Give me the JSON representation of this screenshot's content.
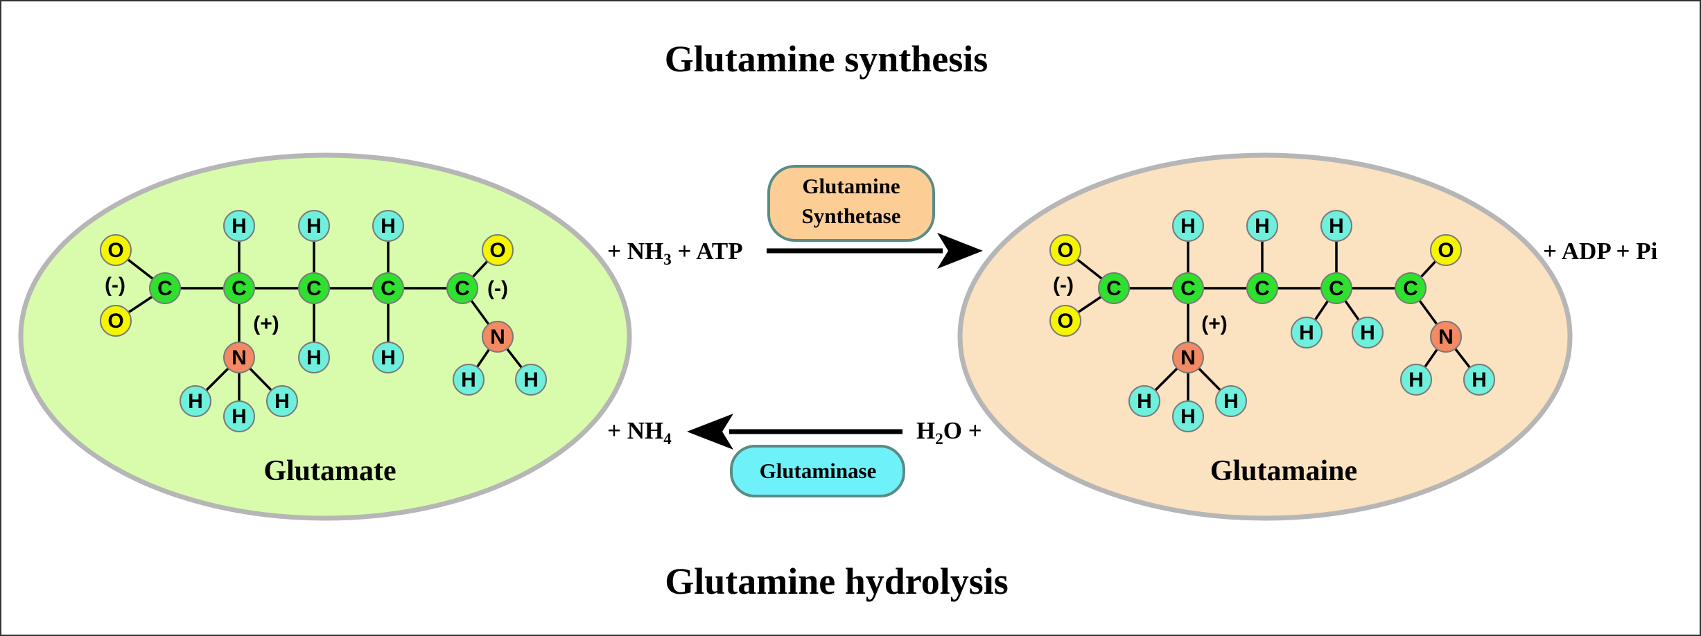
{
  "title_top": "Glutamine synthesis",
  "title_bottom": "Glutamine hydrolysis",
  "molecules": {
    "left": {
      "name": "Glutamate",
      "fill": "#d8fcac"
    },
    "right": {
      "name": "Glutamaine",
      "fill": "#fbe2c0"
    }
  },
  "enzymes": {
    "synthetase": {
      "line1": "Glutamine",
      "line2": "Synthetase",
      "fill": "#fdcd96"
    },
    "glutaminase": {
      "label": "Glutaminase",
      "fill": "#6ff1f9"
    }
  },
  "reaction_top": {
    "left_prefix": "+ NH",
    "left_sub": "3",
    "left_suffix": " + ATP",
    "right": "+ ADP + Pi"
  },
  "reaction_bottom": {
    "left_prefix": "+ NH",
    "left_sub": "4",
    "right_prefix": "H",
    "right_sub": "2",
    "right_suffix": "O +"
  },
  "charges": {
    "minus": "(-)",
    "plus": "(+)"
  },
  "atom_colors": {
    "C": "#2fe02f",
    "H": "#6ef0dc",
    "O": "#f5f500",
    "N": "#f48a63"
  }
}
